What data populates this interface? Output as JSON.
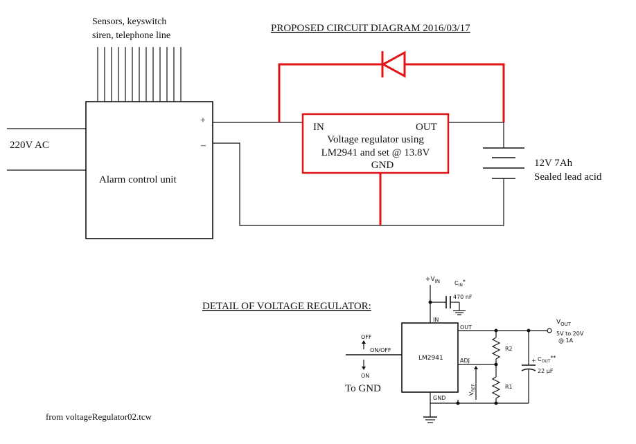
{
  "diagram_title": "PROPOSED CIRCUIT DIAGRAM 2016/03/17",
  "inputs_label_line1": "Sensors, keyswitch",
  "inputs_label_line2": "siren, telephone line",
  "ac_label": "220V AC",
  "control_unit_label": "Alarm control unit",
  "plus_sign": "+",
  "minus_sign": "–",
  "regulator": {
    "in_label": "IN",
    "out_label": "OUT",
    "desc_line1": "Voltage regulator using",
    "desc_line2": "LM2941 and set @ 13.8V",
    "gnd_label": "GND"
  },
  "battery": {
    "line1": "12V  7Ah",
    "line2": "Sealed lead acid"
  },
  "detail_title": "DETAIL OF VOLTAGE REGULATOR:",
  "detail": {
    "vin_label": "+V",
    "vin_sub": "IN",
    "cin_label": "C",
    "cin_sub": "IN",
    "cin_mark": "*",
    "cin_value": "470 nF",
    "ic_in": "IN",
    "ic_out": "OUT",
    "ic_adj": "ADJ",
    "ic_gnd": "GND",
    "ic_name": "LM2941",
    "off_label": "OFF",
    "onoff_label": "ON/OFF",
    "on_label": "ON",
    "r2_label": "R2",
    "r1_label": "R1",
    "vref_label": "V",
    "vref_sub": "REF",
    "vout_label": "V",
    "vout_sub": "OUT",
    "vout_range": "5V to 20V",
    "vout_current": "@ 1A",
    "cout_label": "C",
    "cout_sub": "OUT",
    "cout_mark": "**",
    "cout_value": "22 µF",
    "to_gnd": "To GND"
  },
  "footer_note": "from voltageRegulator02.tcw"
}
